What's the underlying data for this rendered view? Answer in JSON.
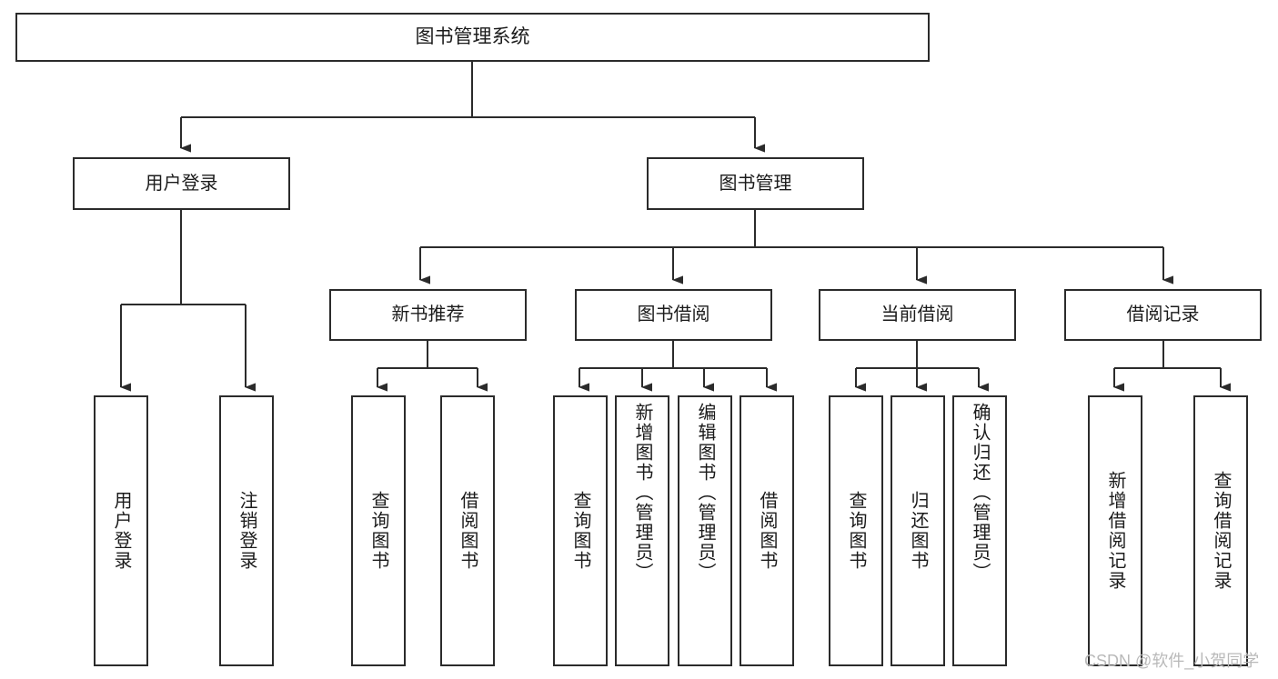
{
  "diagram": {
    "type": "tree-hierarchy-chart",
    "title": "图书管理系统",
    "background_color": "#ffffff",
    "line_color": "#2b2b2b",
    "box_border_color": "#2b2b2b",
    "box_fill_color": "#ffffff",
    "text_color": "#1b1b1b",
    "nodes": {
      "root": {
        "label": "图书管理系统"
      },
      "level1": [
        {
          "id": "user-login",
          "label": "用户登录"
        },
        {
          "id": "book-management",
          "label": "图书管理"
        }
      ],
      "level2": [
        {
          "id": "new-book-recommend",
          "label": "新书推荐",
          "parent": "book-management"
        },
        {
          "id": "book-borrow",
          "label": "图书借阅",
          "parent": "book-management"
        },
        {
          "id": "current-borrow",
          "label": "当前借阅",
          "parent": "book-management"
        },
        {
          "id": "borrow-record",
          "label": "借阅记录",
          "parent": "book-management"
        }
      ],
      "leaves": [
        {
          "id": "leaf-user-login",
          "label": "用户登录",
          "parent": "user-login"
        },
        {
          "id": "leaf-logout-login",
          "label": "注销登录",
          "parent": "user-login"
        },
        {
          "id": "leaf-query-book-1",
          "label": "查询图书",
          "parent": "new-book-recommend"
        },
        {
          "id": "leaf-borrow-book-1",
          "label": "借阅图书",
          "parent": "new-book-recommend"
        },
        {
          "id": "leaf-query-book-2",
          "label": "查询图书",
          "parent": "book-borrow"
        },
        {
          "id": "leaf-add-book-admin",
          "label": "新增图书（管理员）",
          "parent": "book-borrow"
        },
        {
          "id": "leaf-edit-book-admin",
          "label": "编辑图书（管理员）",
          "parent": "book-borrow"
        },
        {
          "id": "leaf-borrow-book-2",
          "label": "借阅图书",
          "parent": "book-borrow"
        },
        {
          "id": "leaf-query-book-3",
          "label": "查询图书",
          "parent": "current-borrow"
        },
        {
          "id": "leaf-return-book",
          "label": "归还图书",
          "parent": "current-borrow"
        },
        {
          "id": "leaf-confirm-return-admin",
          "label": "确认归还（管理员）",
          "parent": "current-borrow"
        },
        {
          "id": "leaf-add-borrow-record",
          "label": "新增借阅记录",
          "parent": "borrow-record"
        },
        {
          "id": "leaf-query-borrow-record",
          "label": "查询借阅记录",
          "parent": "borrow-record"
        }
      ]
    },
    "watermark": "CSDN @软件_小贺同学"
  }
}
